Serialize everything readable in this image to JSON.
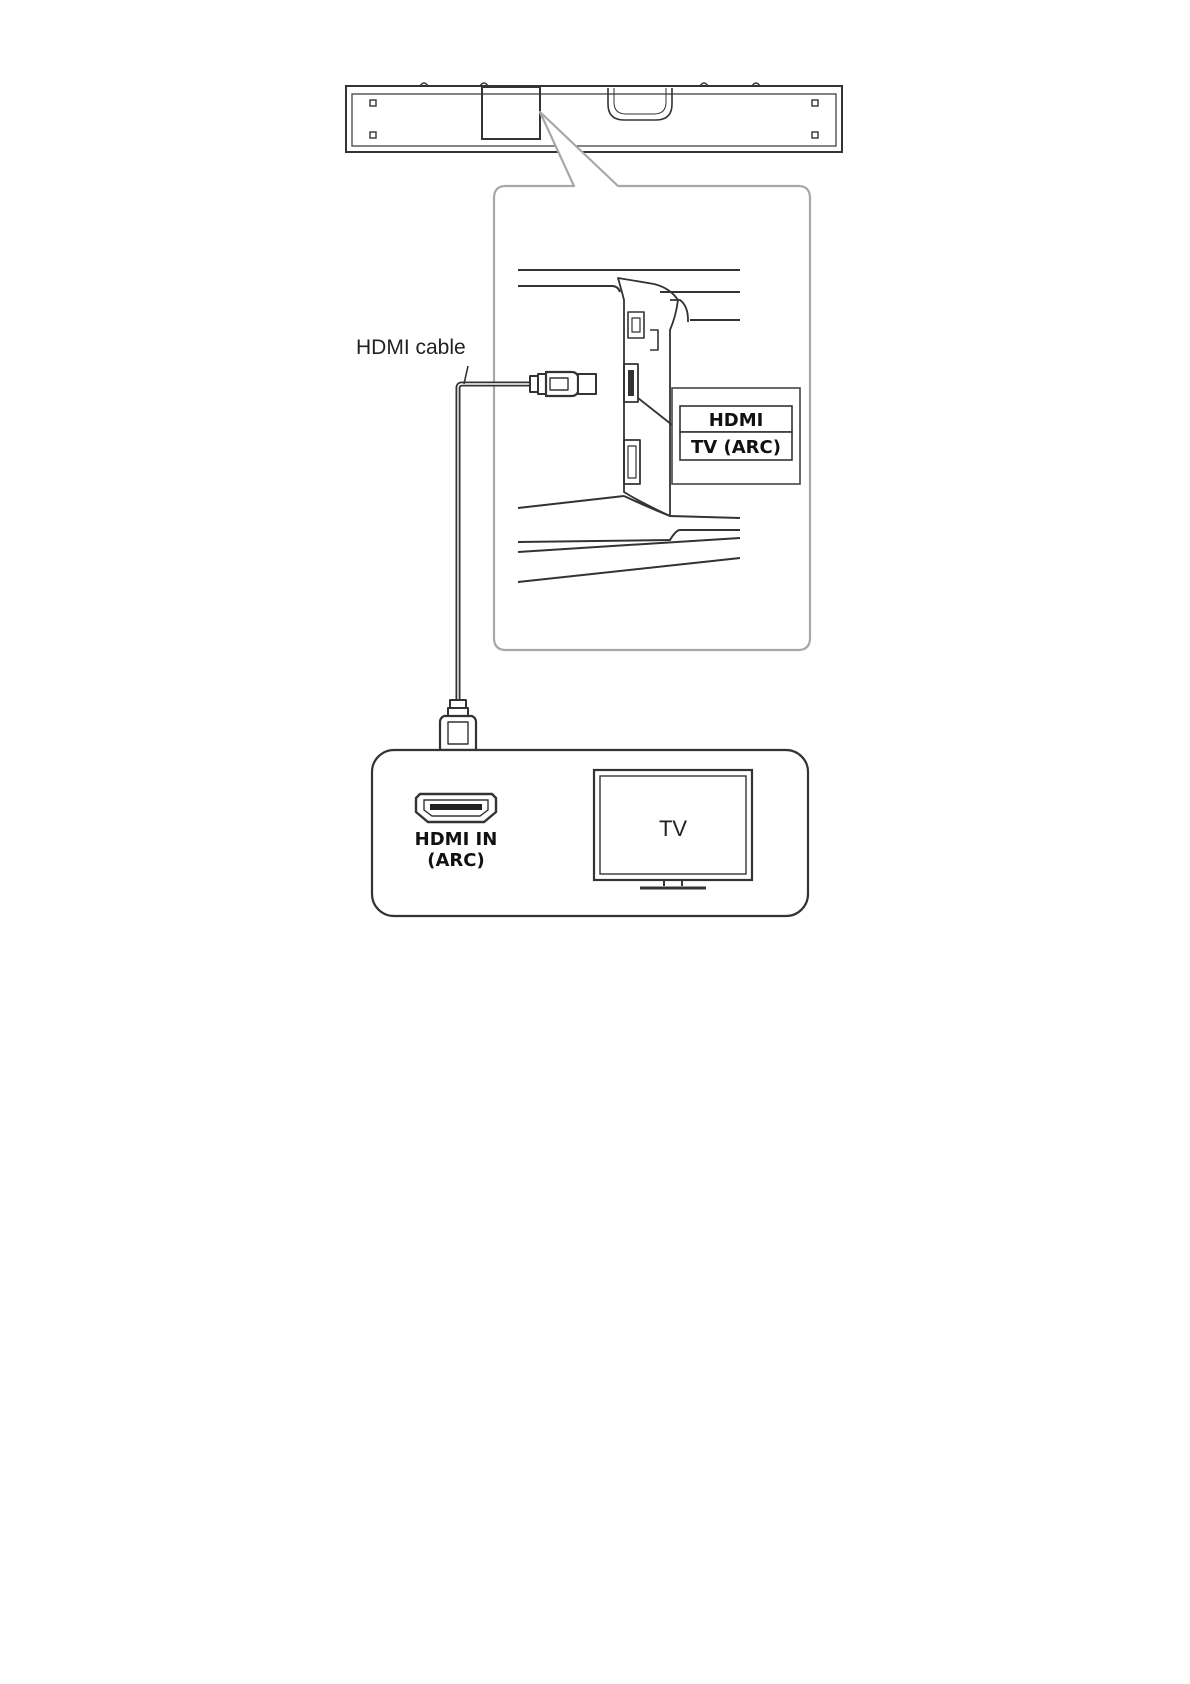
{
  "labels": {
    "cable": "HDMI cable",
    "port_hdmi": "HDMI",
    "port_tv_arc": "TV (ARC)",
    "tv_input_line1": "HDMI IN",
    "tv_input_line2": "(ARC)",
    "tv_screen": "TV"
  },
  "colors": {
    "line": "#333333",
    "callout_border": "#a8a8a8",
    "background": "#ffffff"
  }
}
